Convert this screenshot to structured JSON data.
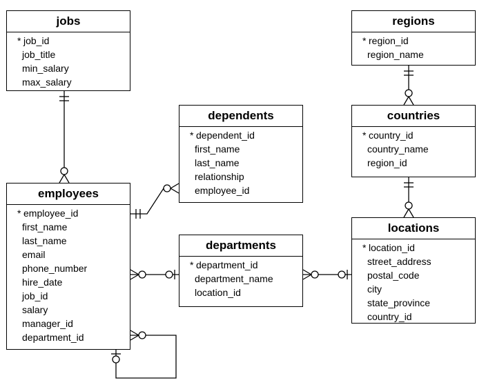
{
  "tables": {
    "jobs": {
      "title": "jobs",
      "fields": [
        {
          "name": "job_id",
          "pk": true
        },
        {
          "name": "job_title",
          "pk": false
        },
        {
          "name": "min_salary",
          "pk": false
        },
        {
          "name": "max_salary",
          "pk": false
        }
      ]
    },
    "regions": {
      "title": "regions",
      "fields": [
        {
          "name": "region_id",
          "pk": true
        },
        {
          "name": "region_name",
          "pk": false
        }
      ]
    },
    "dependents": {
      "title": "dependents",
      "fields": [
        {
          "name": "dependent_id",
          "pk": true
        },
        {
          "name": "first_name",
          "pk": false
        },
        {
          "name": "last_name",
          "pk": false
        },
        {
          "name": "relationship",
          "pk": false
        },
        {
          "name": "employee_id",
          "pk": false
        }
      ]
    },
    "countries": {
      "title": "countries",
      "fields": [
        {
          "name": "country_id",
          "pk": true
        },
        {
          "name": "country_name",
          "pk": false
        },
        {
          "name": "region_id",
          "pk": false
        }
      ]
    },
    "employees": {
      "title": "employees",
      "fields": [
        {
          "name": "employee_id",
          "pk": true
        },
        {
          "name": "first_name",
          "pk": false
        },
        {
          "name": "last_name",
          "pk": false
        },
        {
          "name": "email",
          "pk": false
        },
        {
          "name": "phone_number",
          "pk": false
        },
        {
          "name": "hire_date",
          "pk": false
        },
        {
          "name": "job_id",
          "pk": false
        },
        {
          "name": "salary",
          "pk": false
        },
        {
          "name": "manager_id",
          "pk": false
        },
        {
          "name": "department_id",
          "pk": false
        }
      ]
    },
    "departments": {
      "title": "departments",
      "fields": [
        {
          "name": "department_id",
          "pk": true
        },
        {
          "name": "department_name",
          "pk": false
        },
        {
          "name": "location_id",
          "pk": false
        }
      ]
    },
    "locations": {
      "title": "locations",
      "fields": [
        {
          "name": "location_id",
          "pk": true
        },
        {
          "name": "street_address",
          "pk": false
        },
        {
          "name": "postal_code",
          "pk": false
        },
        {
          "name": "city",
          "pk": false
        },
        {
          "name": "state_province",
          "pk": false
        },
        {
          "name": "country_id",
          "pk": false
        }
      ]
    }
  },
  "pk_marker": "*",
  "relationships": [
    {
      "from": "jobs",
      "to": "employees",
      "from_cardinality": "one-mandatory",
      "to_cardinality": "zero-or-many"
    },
    {
      "from": "employees",
      "to": "dependents",
      "from_cardinality": "one-mandatory",
      "to_cardinality": "zero-or-many"
    },
    {
      "from": "regions",
      "to": "countries",
      "from_cardinality": "one-mandatory",
      "to_cardinality": "zero-or-many"
    },
    {
      "from": "countries",
      "to": "locations",
      "from_cardinality": "one-mandatory",
      "to_cardinality": "zero-or-many"
    },
    {
      "from": "departments",
      "to": "employees",
      "from_cardinality": "zero-or-one",
      "to_cardinality": "zero-or-many"
    },
    {
      "from": "locations",
      "to": "departments",
      "from_cardinality": "zero-or-one",
      "to_cardinality": "zero-or-many"
    },
    {
      "from": "employees",
      "to": "employees",
      "from_cardinality": "zero-or-one",
      "to_cardinality": "zero-or-many"
    }
  ]
}
